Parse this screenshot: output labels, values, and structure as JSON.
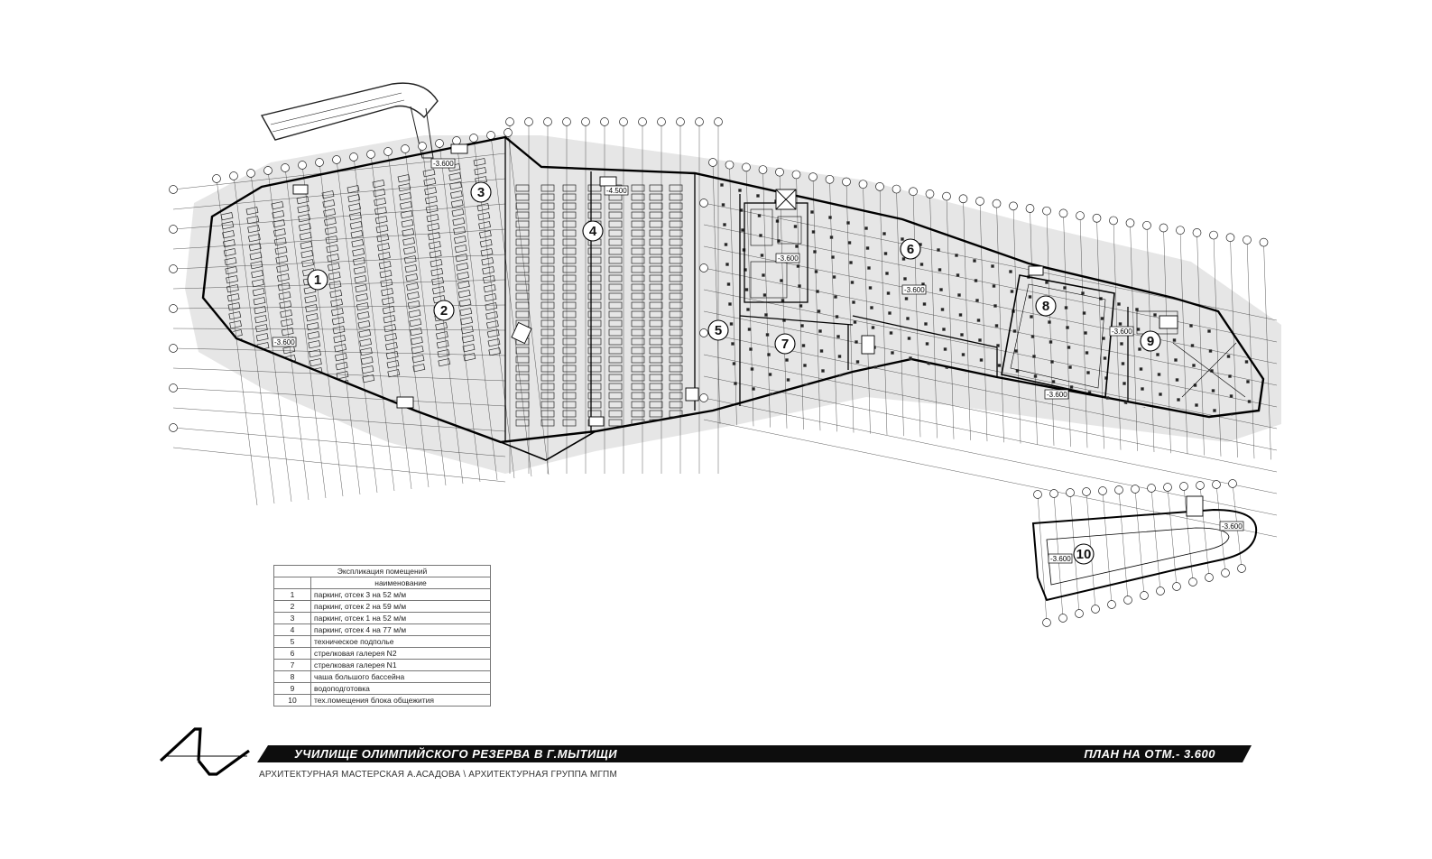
{
  "drawing": {
    "title": "УЧИЛИЩЕ ОЛИМПИЙСКОГО РЕЗЕРВА В Г.МЫТИЩИ",
    "sheet": "ПЛАН НА ОТМ.- 3.600",
    "authors": "АРХИТЕКТУРНАЯ МАСТЕРСКАЯ А.АСАДОВА \\ АРХИТЕКТУРНАЯ ГРУППА МГПМ"
  },
  "zones": [
    "1",
    "2",
    "3",
    "4",
    "5",
    "6",
    "7",
    "8",
    "9",
    "10"
  ],
  "level_marks": [
    "-3.600",
    "-4.500",
    "-3.600",
    "-3.600",
    "-3.600",
    "-3.600",
    "-3.600",
    "-3.600",
    "-3.600"
  ],
  "legend": {
    "title": "Экспликация помещений",
    "column_header": "наименование",
    "rows": [
      {
        "num": "1",
        "name": "паркинг, отсек 3 на 52 м/м"
      },
      {
        "num": "2",
        "name": "паркинг, отсек 2 на 59 м/м"
      },
      {
        "num": "3",
        "name": "паркинг, отсек 1 на 52 м/м"
      },
      {
        "num": "4",
        "name": "паркинг, отсек 4 на 77 м/м"
      },
      {
        "num": "5",
        "name": "техническое подполье"
      },
      {
        "num": "6",
        "name": "стрелковая галерея N2"
      },
      {
        "num": "7",
        "name": "стрелковая галерея N1"
      },
      {
        "num": "8",
        "name": "чаша большого бассейна"
      },
      {
        "num": "9",
        "name": "водоподготовка"
      },
      {
        "num": "10",
        "name": "тех.помещения блока общежития"
      }
    ]
  }
}
